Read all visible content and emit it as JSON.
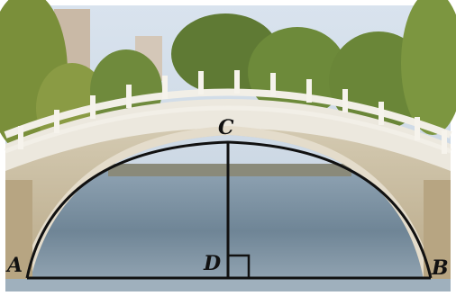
{
  "points": {
    "a": "A",
    "b": "B",
    "c": "C",
    "d": "D"
  },
  "colors": {
    "sky": "#cdd9e6",
    "trees": "#6f8a3c",
    "bridge_stone": "#e9e4d8",
    "bridge_shadow": "#bdb39d",
    "water": "#7f93a3",
    "line": "#111111"
  },
  "description_icons": [
    "arch-bridge-photo",
    "right-angle-mark"
  ]
}
